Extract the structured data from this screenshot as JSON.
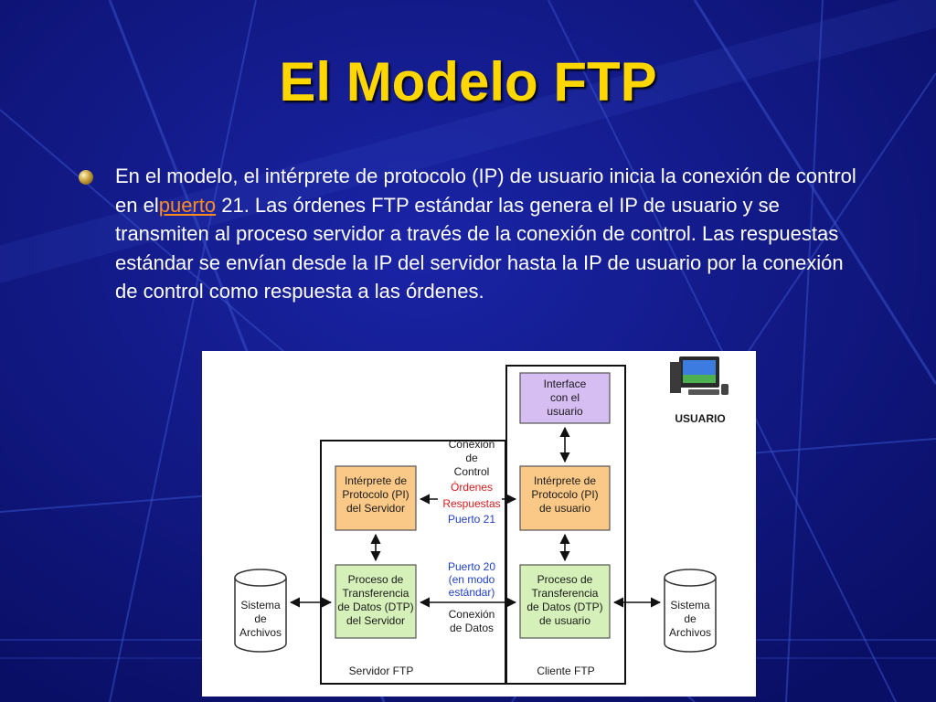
{
  "title": "El Modelo FTP",
  "paragraph": {
    "before_link": "En el modelo, el intérprete de protocolo (IP) de usuario inicia la conexión de control en el",
    "link": "puerto",
    "after_link": " 21. Las órdenes FTP estándar las genera el IP de usuario y se transmiten al proceso servidor a través de la conexión de control. Las respuestas estándar se envían desde la IP del servidor hasta la IP de usuario por la conexión de control como respuesta a las órdenes."
  },
  "diagram": {
    "server_label": "Servidor FTP",
    "client_label": "Cliente FTP",
    "user_label": "USUARIO",
    "interface": [
      "Interface",
      "con el",
      "usuario"
    ],
    "pi_server": [
      "Intérprete de",
      "Protocolo (PI)",
      "del Servidor"
    ],
    "pi_client": [
      "Intérprete de",
      "Protocolo (PI)",
      "de usuario"
    ],
    "dtp_server": [
      "Proceso de",
      "Transferencia",
      "de Datos (DTP)",
      "del Servidor"
    ],
    "dtp_client": [
      "Proceso de",
      "Transferencia",
      "de Datos (DTP)",
      "de usuario"
    ],
    "fs_left": [
      "Sistema",
      "de",
      "Archivos"
    ],
    "fs_right": [
      "Sistema",
      "de",
      "Archivos"
    ],
    "control_conn": [
      "Conexión",
      "de",
      "Control"
    ],
    "ordenes": "Órdenes",
    "respuestas": "Respuestas",
    "puerto21": "Puerto 21",
    "puerto20": [
      "Puerto 20",
      "(en modo",
      "estándar)"
    ],
    "data_conn": [
      "Conexión",
      "de Datos"
    ]
  },
  "colors": {
    "background": "#0d1480",
    "title": "#ffd700",
    "link": "#ff8a1e",
    "pi_box": "#fbc987",
    "dtp_box": "#d5f0b8",
    "interface_box": "#d6bdf2"
  }
}
